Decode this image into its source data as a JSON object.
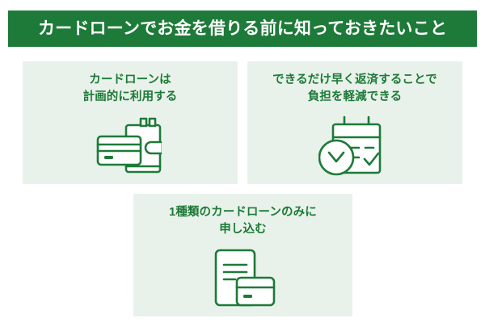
{
  "header": {
    "title": "カードローンでお金を借りる前に知っておきたいこと",
    "background_color": "#1d7a38",
    "text_color": "#ffffff"
  },
  "theme": {
    "accent_green": "#1d7a38",
    "card_background": "#e8f2ea",
    "page_background": "#ffffff"
  },
  "cards": [
    {
      "id": "card-plan",
      "title": "カードローンは\n計画的に利用する",
      "icon_name": "wallet-with-card-icon"
    },
    {
      "id": "card-early-repayment",
      "title": "できるだけ早く返済することで\n負担を軽減できる",
      "icon_name": "calendar-with-clock-icon"
    },
    {
      "id": "card-single-application",
      "title": "1種類のカードローンのみに\n申し込む",
      "icon_name": "document-with-card-icon"
    }
  ]
}
